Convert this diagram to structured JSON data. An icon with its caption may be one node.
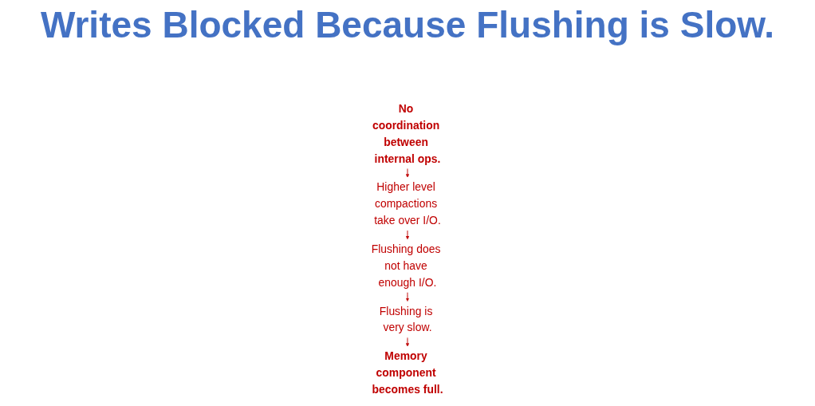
{
  "diagram": {
    "title": "Writes Blocked Because Flushing is Slow.",
    "nodes": [
      {
        "text": [
          "No coordination between internal ops."
        ]
      },
      {
        "text": [
          "Higher level compactions take over I/O."
        ]
      },
      {
        "text": [
          "Flushing does not have enough I/O."
        ]
      },
      {
        "text": [
          "Flushing is very slow."
        ]
      },
      {
        "text": [
          "Memory component becomes full."
        ]
      }
    ],
    "edges": [
      {
        "from": 0,
        "to": 1,
        "arrow": "to"
      },
      {
        "from": 1,
        "to": 2,
        "arrow": "to"
      },
      {
        "from": 2,
        "to": 3,
        "arrow": "to"
      },
      {
        "from": 3,
        "to": 4,
        "arrow": "to"
      }
    ]
  }
}
